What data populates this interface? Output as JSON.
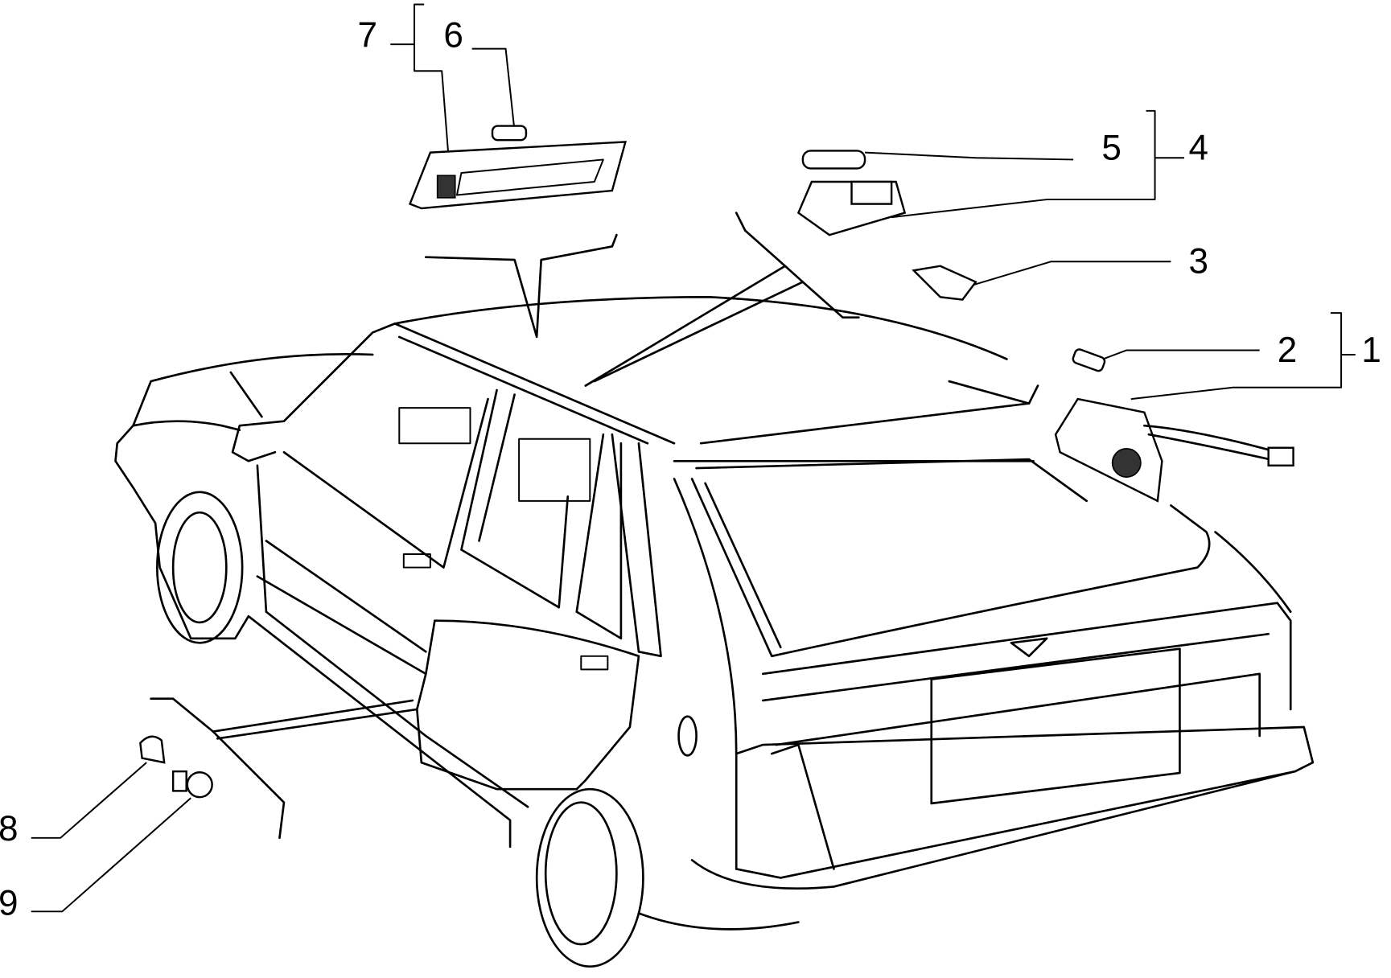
{
  "diagram": {
    "type": "exploded parts diagram - interior lights",
    "callouts": [
      {
        "id": "1",
        "label": "1"
      },
      {
        "id": "2",
        "label": "2"
      },
      {
        "id": "3",
        "label": "3"
      },
      {
        "id": "4",
        "label": "4"
      },
      {
        "id": "5",
        "label": "5"
      },
      {
        "id": "6",
        "label": "6"
      },
      {
        "id": "7",
        "label": "7"
      },
      {
        "id": "8",
        "label": "8"
      },
      {
        "id": "9",
        "label": "9"
      }
    ]
  }
}
